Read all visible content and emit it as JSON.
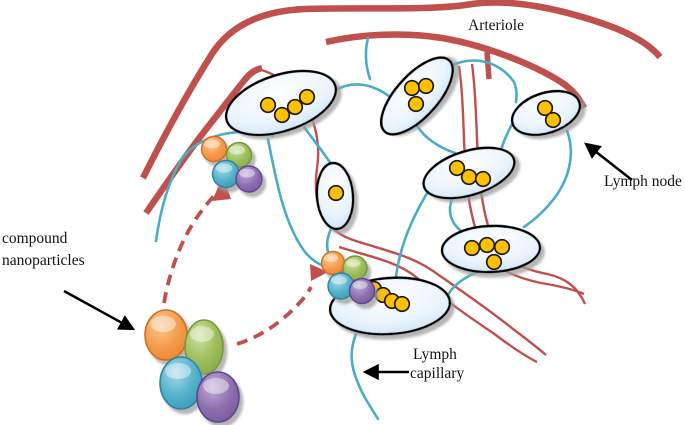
{
  "labels": {
    "arteriole": "Arteriole",
    "lymph_node": "Lymph node",
    "lymph_capillary": [
      "Lymph",
      "capillary"
    ],
    "compound_nanoparticles": [
      "compound",
      "nanoparticles"
    ]
  },
  "colors": {
    "arteriole_red": "#C0504D",
    "lymph_capillary_blue": "#4BACC6",
    "lymph_node_fill": "#DCEBF8",
    "lymph_node_outline": "#000000",
    "nanoparticle_dot_yellow": "#FFC000",
    "particle_orange": "#F49B4D",
    "particle_green": "#9DBE5B",
    "particle_blue": "#54B2CB",
    "particle_purple": "#8E6FB0",
    "migration_path_dashed_red": "#C0504D",
    "annotation_arrow_black": "#000000"
  },
  "lymph_nodes": [
    {
      "id": 1,
      "particle_count": 4,
      "dots": [
        [
          268,
          105
        ],
        [
          282,
          115
        ],
        [
          295,
          107
        ],
        [
          307,
          97
        ]
      ]
    },
    {
      "id": 2,
      "particle_count": 3,
      "dots": [
        [
          412,
          88
        ],
        [
          426,
          86
        ],
        [
          416,
          104
        ]
      ]
    },
    {
      "id": 3,
      "particle_count": 1,
      "dots": [
        [
          336,
          193
        ]
      ]
    },
    {
      "id": 4,
      "particle_count": 3,
      "dots": [
        [
          457,
          168
        ],
        [
          469,
          177
        ],
        [
          483,
          179
        ]
      ]
    },
    {
      "id": 5,
      "particle_count": 2,
      "dots": [
        [
          545,
          108
        ],
        [
          553,
          120
        ]
      ]
    },
    {
      "id": 6,
      "particle_count": 4,
      "dots": [
        [
          472,
          248
        ],
        [
          487,
          245
        ],
        [
          502,
          247
        ],
        [
          494,
          262
        ]
      ]
    },
    {
      "id": 7,
      "particle_count": 4,
      "dots": [
        [
          374,
          289
        ],
        [
          383,
          295
        ],
        [
          392,
          301
        ],
        [
          402,
          304
        ]
      ]
    }
  ],
  "nanoparticle_clusters": [
    {
      "name": "free-compound-nanoparticles",
      "size": "large",
      "particles": [
        "orange",
        "green",
        "blue",
        "purple"
      ]
    },
    {
      "name": "cluster-entering-first-node",
      "size": "small",
      "particles": [
        "orange",
        "green",
        "blue",
        "purple"
      ]
    },
    {
      "name": "cluster-entering-central-node",
      "size": "small",
      "particles": [
        "orange",
        "green",
        "blue",
        "purple"
      ]
    }
  ]
}
